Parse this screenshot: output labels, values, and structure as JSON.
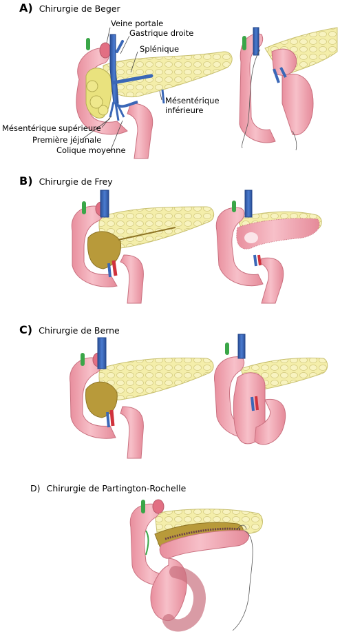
{
  "sections": [
    {
      "letter": "A)",
      "title": "Chirurgie de Beger"
    },
    {
      "letter": "B)",
      "title": "Chirurgie de Frey"
    },
    {
      "letter": "C)",
      "title": "Chirurgie de Berne"
    },
    {
      "letter": "D)",
      "title": "Chirurgie de Partington-Rochelle"
    }
  ],
  "labels": {
    "veine_portale": "Veine portale",
    "gastrique_droite": "Gastrique droite",
    "splenique": "Splénique",
    "mesenterique_inferieure_1": "Mésentérique",
    "mesenterique_inferieure_2": "inférieure",
    "mesenterique_superieure": "Mésentérique supérieure",
    "premiere_jejunale": "Première jéjunale",
    "colique_moyenne": "Colique moyenne"
  },
  "colors": {
    "intestine": "#f2a7b3",
    "intestine_stroke": "#c9707f",
    "pancreas": "#f4eeaa",
    "pancreas_stroke": "#c8c070",
    "vein": "#3a67b7",
    "artery": "#d0323c",
    "duct": "#3aa648",
    "cavity": "#b89a3a"
  }
}
